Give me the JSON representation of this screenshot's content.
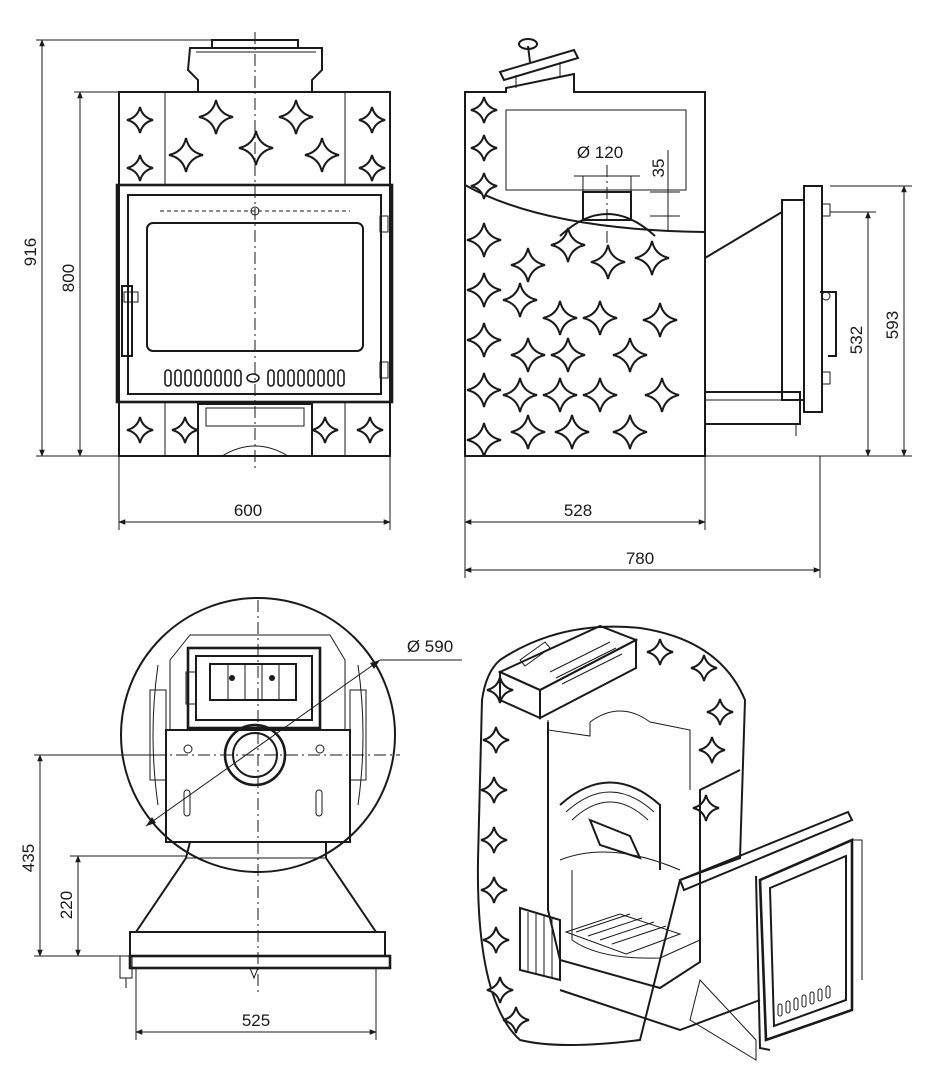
{
  "diagram": {
    "colors": {
      "line": "#1a1a1a",
      "background": "#ffffff"
    },
    "views": {
      "front": {
        "dimensions": {
          "total_height": "916",
          "body_height": "800",
          "width": "600"
        }
      },
      "side": {
        "dimensions": {
          "flue_diameter": "Ø 120",
          "flue_offset": "35",
          "depth": "528",
          "total_depth": "780",
          "door_height": "532",
          "door_total": "593"
        }
      },
      "top": {
        "dimensions": {
          "diameter": "Ø 590",
          "center_offset": "435",
          "flue_offset": "220",
          "base_width": "525"
        }
      },
      "cutaway": {}
    }
  }
}
